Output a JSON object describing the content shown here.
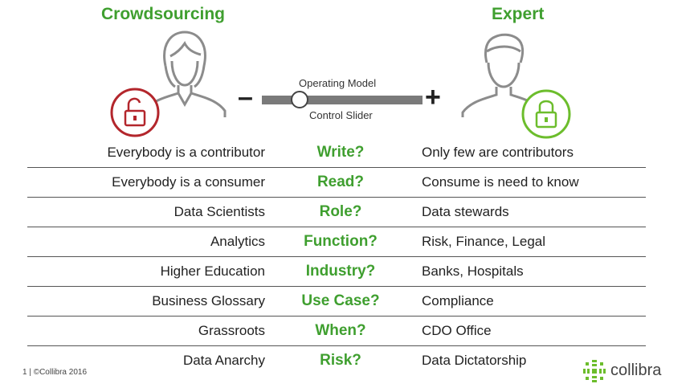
{
  "left_header": "Crowdsourcing",
  "right_header": "Expert",
  "slider": {
    "label_top": "Operating Model",
    "label_bottom": "Control Slider",
    "minus": "–",
    "plus": "+"
  },
  "rows": [
    {
      "left": "Everybody is a contributor",
      "question": "Write?",
      "right": "Only few are contributors"
    },
    {
      "left": "Everybody is a consumer",
      "question": "Read?",
      "right": "Consume is need to know"
    },
    {
      "left": "Data Scientists",
      "question": "Role?",
      "right": "Data stewards"
    },
    {
      "left": "Analytics",
      "question": "Function?",
      "right": "Risk, Finance, Legal"
    },
    {
      "left": "Higher Education",
      "question": "Industry?",
      "right": "Banks, Hospitals"
    },
    {
      "left": "Business Glossary",
      "question": "Use Case?",
      "right": "Compliance"
    },
    {
      "left": "Grassroots",
      "question": "When?",
      "right": "CDO Office"
    },
    {
      "left": "Data Anarchy",
      "question": "Risk?",
      "right": "Data Dictatorship"
    }
  ],
  "footer": "1  |  ©Collibra 2016",
  "brand": "collibra",
  "colors": {
    "accent_green": "#3f9f2f",
    "lock_red": "#b3262c",
    "lock_green": "#6cbd2c"
  },
  "icons": [
    "person-female-icon",
    "person-male-icon",
    "unlocked-padlock-icon",
    "locked-padlock-icon",
    "collibra-logo-icon"
  ],
  "slider_value": 0.2
}
